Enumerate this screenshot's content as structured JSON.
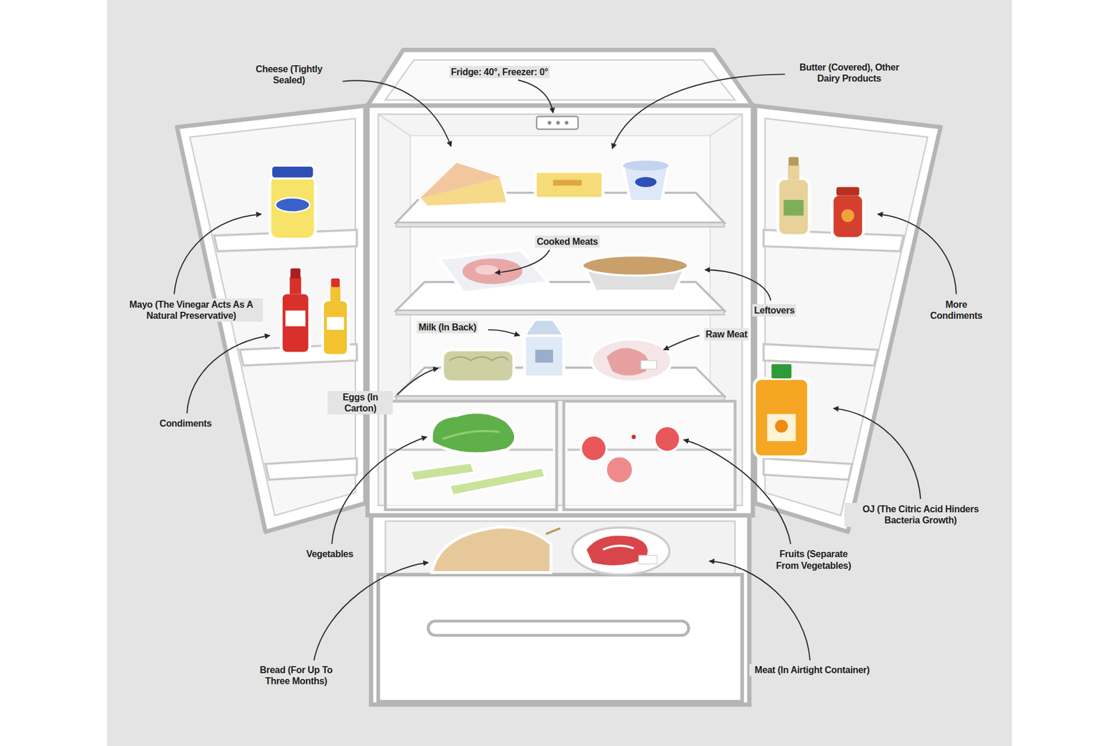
{
  "diagram": {
    "labels": [
      "Cheese (Tightly Sealed)",
      "Fridge: 40°, Freezer: 0°",
      "Butter (Covered), Other Dairy Products",
      "Cooked Meats",
      "Mayo (The Vinegar Acts As A Natural Preservative)",
      "More Condiments",
      "Leftovers",
      "Milk (In Back)",
      "Raw Meat",
      "Eggs (In Carton)",
      "Condiments",
      "OJ (The Citric Acid Hinders Bacteria Growth)",
      "Vegetables",
      "Fruits (Separate From Vegetables)",
      "Bread (For Up To Three Months)",
      "Meat (In Airtight Container)"
    ]
  }
}
